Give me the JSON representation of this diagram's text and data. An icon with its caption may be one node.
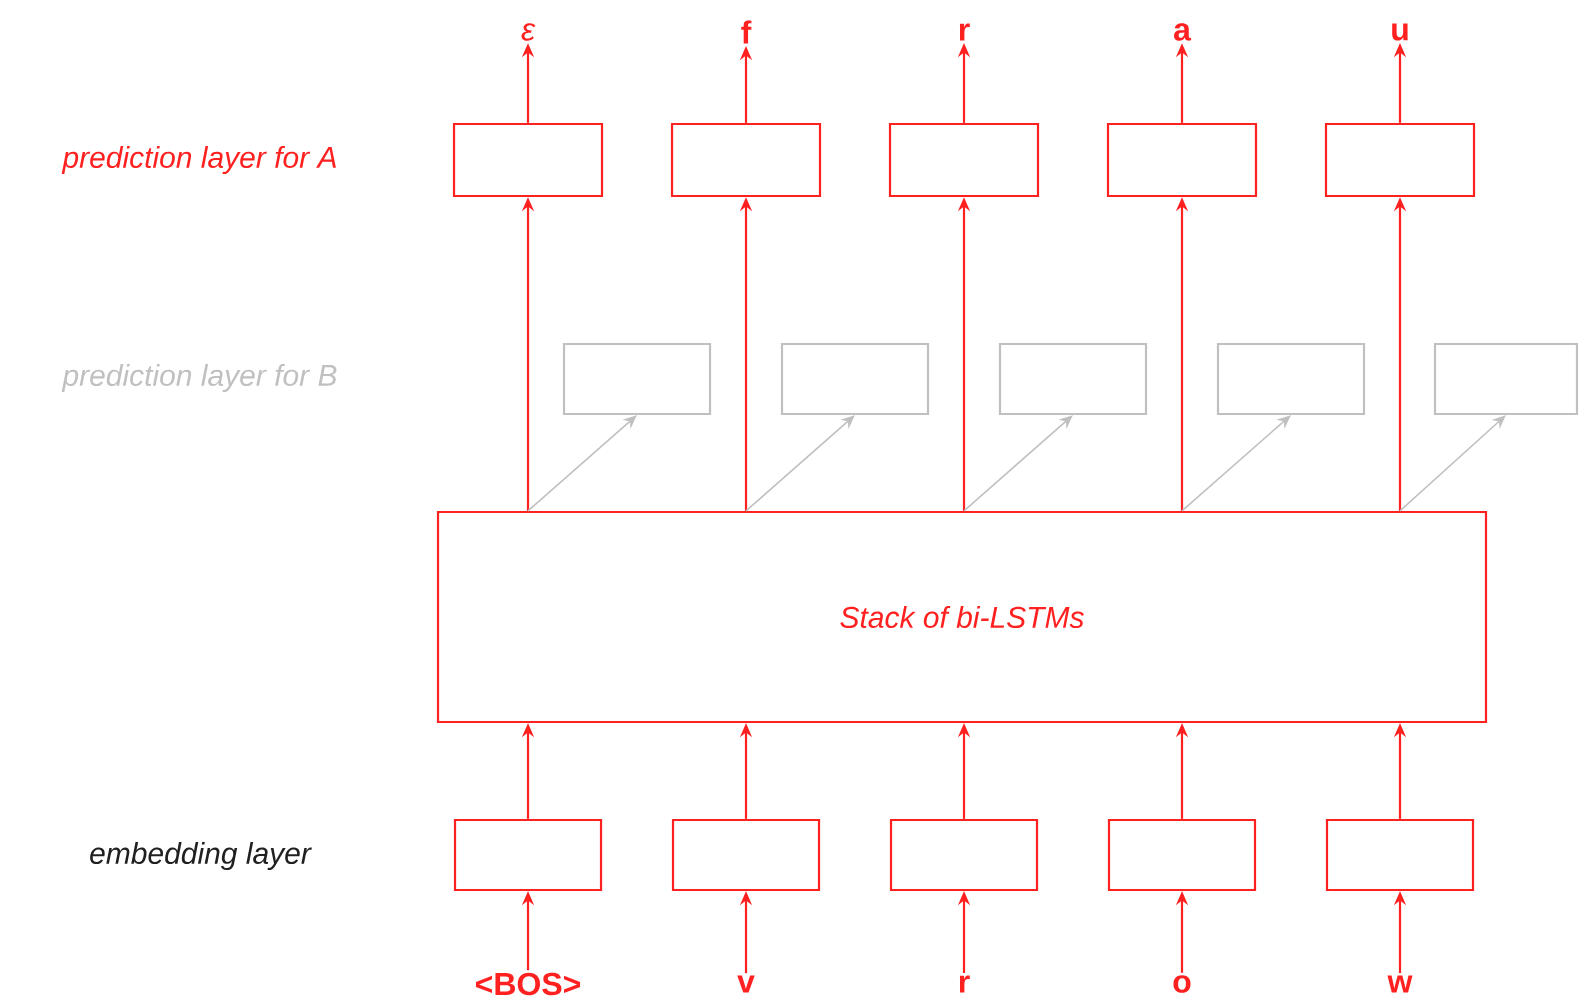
{
  "diagram": {
    "nodes": [
      {
        "text": [
          "ε"
        ]
      },
      {
        "text": [
          "f"
        ]
      },
      {
        "text": [
          "r"
        ]
      },
      {
        "text": [
          "a"
        ]
      },
      {
        "text": [
          "u"
        ]
      },
      {
        "text": [],
        "shape": "box"
      },
      {
        "text": [],
        "shape": "box"
      },
      {
        "text": [],
        "shape": "box"
      },
      {
        "text": [],
        "shape": "box"
      },
      {
        "text": [],
        "shape": "box"
      },
      {
        "text": [],
        "shape": "box"
      },
      {
        "text": [],
        "shape": "box"
      },
      {
        "text": [],
        "shape": "box"
      },
      {
        "text": [],
        "shape": "box"
      },
      {
        "text": [],
        "shape": "box"
      },
      {
        "text": [
          "Stack of bi-LSTMs"
        ]
      },
      {
        "text": [],
        "shape": "box"
      },
      {
        "text": [],
        "shape": "box"
      },
      {
        "text": [],
        "shape": "box"
      },
      {
        "text": [],
        "shape": "box"
      },
      {
        "text": [],
        "shape": "box"
      },
      {
        "text": [
          "<BOS>"
        ]
      },
      {
        "text": [
          "v"
        ]
      },
      {
        "text": [
          "r"
        ]
      },
      {
        "text": [
          "o"
        ]
      },
      {
        "text": [
          "w"
        ]
      }
    ],
    "edges": [
      {
        "from": 21,
        "to": 16,
        "arrow": "to"
      },
      {
        "from": 22,
        "to": 17,
        "arrow": "to"
      },
      {
        "from": 23,
        "to": 18,
        "arrow": "to"
      },
      {
        "from": 24,
        "to": 19,
        "arrow": "to"
      },
      {
        "from": 25,
        "to": 20,
        "arrow": "to"
      },
      {
        "from": 16,
        "to": 15,
        "arrow": "to"
      },
      {
        "from": 17,
        "to": 15,
        "arrow": "to"
      },
      {
        "from": 18,
        "to": 15,
        "arrow": "to"
      },
      {
        "from": 19,
        "to": 15,
        "arrow": "to"
      },
      {
        "from": 20,
        "to": 15,
        "arrow": "to"
      },
      {
        "from": 15,
        "to": 5,
        "arrow": "to"
      },
      {
        "from": 15,
        "to": 6,
        "arrow": "to"
      },
      {
        "from": 15,
        "to": 7,
        "arrow": "to"
      },
      {
        "from": 15,
        "to": 8,
        "arrow": "to"
      },
      {
        "from": 15,
        "to": 9,
        "arrow": "to"
      },
      {
        "from": 5,
        "to": 0,
        "arrow": "to"
      },
      {
        "from": 6,
        "to": 1,
        "arrow": "to"
      },
      {
        "from": 7,
        "to": 2,
        "arrow": "to"
      },
      {
        "from": 8,
        "to": 3,
        "arrow": "to"
      },
      {
        "from": 9,
        "to": 4,
        "arrow": "to"
      },
      {
        "from": 15,
        "to": 10,
        "arrow": "to",
        "color": "#c0c0c0"
      },
      {
        "from": 15,
        "to": 11,
        "arrow": "to",
        "color": "#c0c0c0"
      },
      {
        "from": 15,
        "to": 12,
        "arrow": "to",
        "color": "#c0c0c0"
      },
      {
        "from": 15,
        "to": 13,
        "arrow": "to",
        "color": "#c0c0c0"
      },
      {
        "from": 15,
        "to": 14,
        "arrow": "to",
        "color": "#c0c0c0"
      }
    ],
    "labels": [
      "prediction layer for A",
      "prediction layer for B",
      "embedding layer"
    ]
  }
}
